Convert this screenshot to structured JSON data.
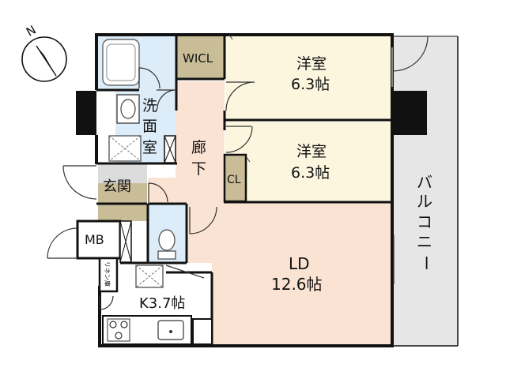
{
  "compass": {
    "north_label": "N"
  },
  "rooms": {
    "wicl": "WICL",
    "western_room_1": {
      "name": "洋室",
      "size": "6.3帖"
    },
    "western_room_2": {
      "name": "洋室",
      "size": "6.3帖"
    },
    "washroom": [
      "洗",
      "面",
      "室"
    ],
    "corridor": [
      "廊",
      "下"
    ],
    "closet": "CL",
    "entrance": "玄関",
    "mb": "MB",
    "linen": "リネン庫",
    "ld": {
      "name": "LD",
      "size": "12.6帖"
    },
    "kitchen": "K3.7帖",
    "balcony": [
      "バ",
      "ル",
      "コ",
      "ニ",
      "ー"
    ]
  },
  "colors": {
    "western_room_fill": "#fdf6df",
    "ld_fill": "#fbe3d3",
    "wet_area_fill": "#dcecf8",
    "storage_fill": "#c9bd98",
    "balcony_fill": "#e6e6e6",
    "wall": "#111111"
  }
}
